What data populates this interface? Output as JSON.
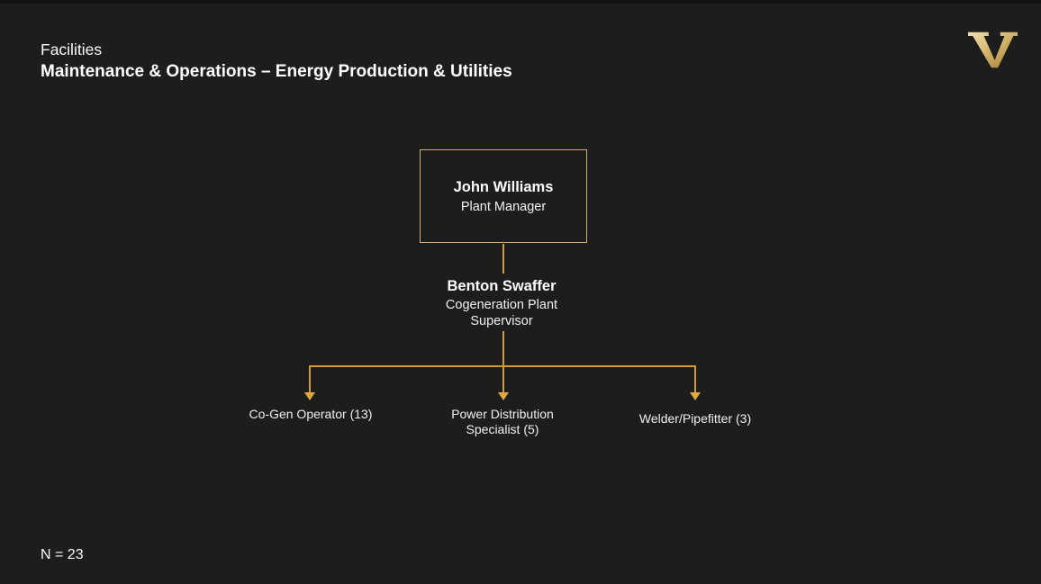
{
  "colors": {
    "background": "#1d1d1d",
    "connector_line": "#cf9b3f",
    "arrow": "#e3a83f",
    "box_border": "#d6ad6b",
    "logo_gold_light": "#f0e0ae",
    "logo_gold_mid": "#d3b36a",
    "logo_gold_dark": "#9a7a33"
  },
  "header": {
    "department": "Facilities",
    "title": "Maintenance & Operations – Energy Production & Utilities"
  },
  "logo": {
    "icon": "vanderbilt-v-icon"
  },
  "org_chart": {
    "root": {
      "name": "John Williams",
      "title": "Plant Manager"
    },
    "supervisor": {
      "name": "Benton Swaffer",
      "title": "Cogeneration Plant Supervisor"
    },
    "reports": [
      {
        "label": "Co-Gen Operator (13)"
      },
      {
        "label": "Power Distribution Specialist (5)"
      },
      {
        "label": "Welder/Pipefitter (3)"
      }
    ]
  },
  "footer": {
    "headcount": "N = 23"
  }
}
